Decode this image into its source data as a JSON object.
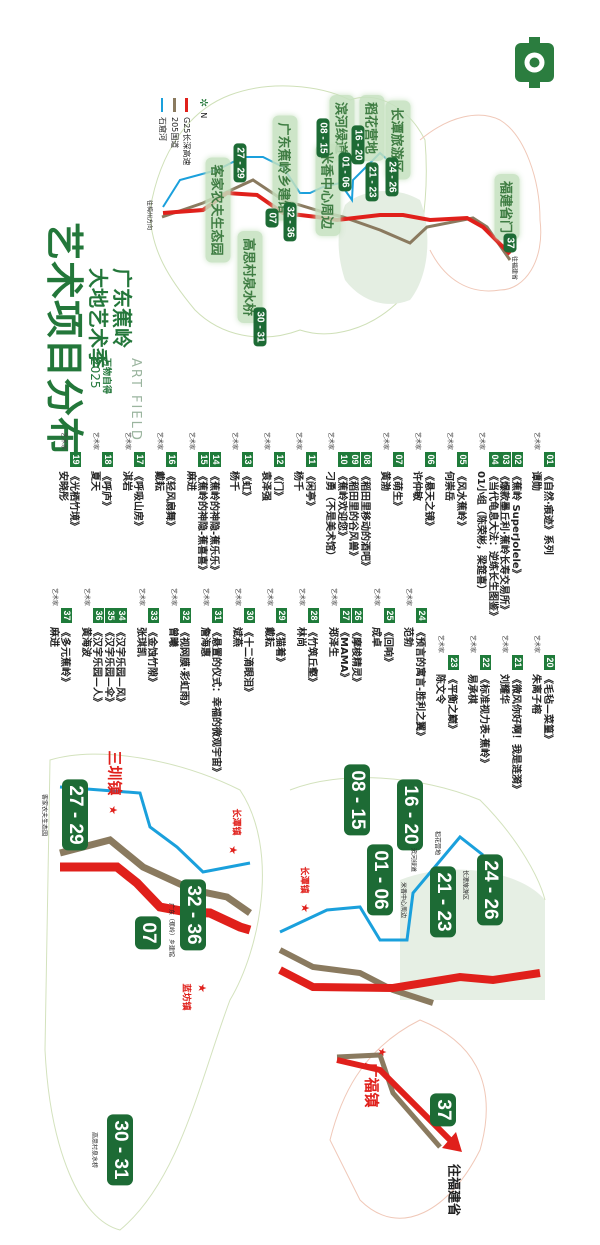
{
  "colors": {
    "accent": "#1f7b3a",
    "highway": "#e0201b",
    "national_road": "#8a7a5f",
    "river": "#1aa0dc"
  },
  "logo": "dadi-art-field-logo",
  "title": "艺术项目分布",
  "brand": {
    "line1": "广东蕉岭",
    "line2": "大地艺术季",
    "art": "ART FIELD",
    "slogan": "万物自得",
    "year": "2025"
  },
  "legend": {
    "compass": "N",
    "highway": "G25长深高速",
    "national_road": "205国道",
    "river": "石窟河"
  },
  "artist_label": "艺术家",
  "projects": {
    "columns": [
      [
        {
          "items": [
            {
              "no": "01",
              "title": "《自然·痕迹》系列"
            }
          ],
          "artist": "谭勋"
        },
        {
          "items": [
            {
              "no": "02",
              "title": "《蕉岭 SuperJolele》"
            },
            {
              "no": "03",
              "title": "《爆款墨丘利·蕉岭长寿交易所》"
            },
            {
              "no": "04",
              "title": "《当代龟息大法：逆练长生图鉴》"
            }
          ],
          "artist": "01小组（陈荣彬，梁筵喜）"
        },
        {
          "items": [
            {
              "no": "05",
              "title": "《风水蕉岭》"
            }
          ],
          "artist": "何崇岳"
        },
        {
          "items": [
            {
              "no": "06",
              "title": "《悬天之镜》"
            }
          ],
          "artist": "许仲敏"
        },
        {
          "items": [
            {
              "no": "07",
              "title": "《萌生》"
            }
          ],
          "artist": "黄渤"
        },
        {
          "items": [
            {
              "no": "08",
              "title": "《稻田里移动的酒吧》"
            },
            {
              "no": "09",
              "title": "《稻田里的谷风兽》"
            },
            {
              "no": "10",
              "title": "《蕉岭欢迎您》"
            }
          ],
          "artist": "刁勇（不是美术馆）"
        },
        {
          "items": [
            {
              "no": "11",
              "title": "《闲亭》"
            }
          ],
          "artist": "杨千"
        },
        {
          "items": [
            {
              "no": "12",
              "title": "《门》"
            }
          ],
          "artist": "袁泽强"
        },
        {
          "items": [
            {
              "no": "13",
              "title": "《虹》"
            }
          ],
          "artist": "杨千"
        },
        {
          "items": [
            {
              "no": "14",
              "title": "《蕉岭的神隐-蕉乐乐》"
            },
            {
              "no": "15",
              "title": "《蕉岭的神隐-蕉喜喜》"
            }
          ],
          "artist": "麻进"
        },
        {
          "items": [
            {
              "no": "16",
              "title": "《轻风扇舞》"
            }
          ],
          "artist": "戴耘"
        },
        {
          "items": [
            {
              "no": "17",
              "title": "《呼吸山房》"
            }
          ],
          "artist": "淇岩"
        },
        {
          "items": [
            {
              "no": "18",
              "title": "《呼庐》"
            }
          ],
          "artist": "夏天"
        },
        {
          "items": [
            {
              "no": "19",
              "title": "《光栖竹境》"
            }
          ],
          "artist": "安晓彤"
        }
      ],
      [
        {
          "items": [
            {
              "no": "20",
              "title": "《毛毡—菜篁》"
            }
          ],
          "artist": "朱离子榕"
        },
        {
          "items": [
            {
              "no": "21",
              "title": "《微风你好啊！我是涟漪》"
            }
          ],
          "artist": "刘耀华"
        },
        {
          "items": [
            {
              "no": "22",
              "title": "《标准视力表-蕉岭》"
            }
          ],
          "artist": "易承棋"
        },
        {
          "items": [
            {
              "no": "23",
              "title": "《平衡之巅》"
            }
          ],
          "artist": "陈文令"
        },
        {
          "items": [
            {
              "no": "24",
              "title": "《预言的寓言-胜利之翼》"
            }
          ],
          "artist": "范勃"
        },
        {
          "items": [
            {
              "no": "25",
              "title": "《回响》"
            }
          ],
          "artist": "成卓"
        },
        {
          "items": [
            {
              "no": "26",
              "title": "《摩梭精灵》"
            },
            {
              "no": "27",
              "title": "《MAMA》"
            }
          ],
          "artist": "郑泽生"
        },
        {
          "items": [
            {
              "no": "28",
              "title": "《竹筑丘壑》"
            }
          ],
          "artist": "林尚"
        },
        {
          "items": [
            {
              "no": "29",
              "title": "《猫着》"
            }
          ],
          "artist": "戴耘"
        },
        {
          "items": [
            {
              "no": "30",
              "title": "《十二滴眼泪》"
            }
          ],
          "artist": "斌燕"
        },
        {
          "items": [
            {
              "no": "31",
              "title": "《悬置的仪式：幸福的微观宇宙》"
            }
          ],
          "artist": "詹海惠"
        },
        {
          "items": [
            {
              "no": "32",
              "title": "《视网膜·彩虹雨》"
            }
          ],
          "artist": "曾曦"
        },
        {
          "items": [
            {
              "no": "33",
              "title": "《金蚀竹隙》"
            }
          ],
          "artist": "张琪凯"
        },
        {
          "items": [
            {
              "no": "34",
              "title": "《汉字乐园—风》"
            },
            {
              "no": "35",
              "title": "《汉字乐园—伞》"
            },
            {
              "no": "36",
              "title": "《汉字乐园—人》"
            }
          ],
          "artist": "黄海波"
        },
        {
          "items": [
            {
              "no": "37",
              "title": "《多元蕉岭》"
            }
          ],
          "artist": "麻进"
        }
      ]
    ]
  },
  "overview_map": {
    "places": [
      "长潭旅游区",
      "稻花营地",
      "滨河绿道",
      "米香中心周边",
      "广东蕉岭乡建馆",
      "客家农夫生态园",
      "高思村泉水桥",
      "福建省门"
    ],
    "pills": [
      "08 - 15",
      "16 - 20",
      "01 - 06",
      "21 - 23",
      "24 - 26",
      "37",
      "32 - 36",
      "27 - 29",
      "07",
      "30 - 31"
    ],
    "destinations": [
      "往福建省",
      "往梅州方向"
    ]
  },
  "detail_map": {
    "pills": [
      "27 - 29",
      "32 - 36",
      "07",
      "30 - 31",
      "08 - 15",
      "16 - 20",
      "01 - 06",
      "21 - 23",
      "24 - 26",
      "37"
    ],
    "towns": [
      "三圳镇",
      "长潭镇",
      "蓝坊镇",
      "长潭镇",
      "广福镇"
    ],
    "small_labels": [
      "广东（蕉岭）乡建馆",
      "高思村泉水桥",
      "稻花营地",
      "滨河绿道",
      "米香中心周边",
      "长潭旅游区",
      "客家农夫生态园"
    ],
    "destination": "往福建省"
  }
}
